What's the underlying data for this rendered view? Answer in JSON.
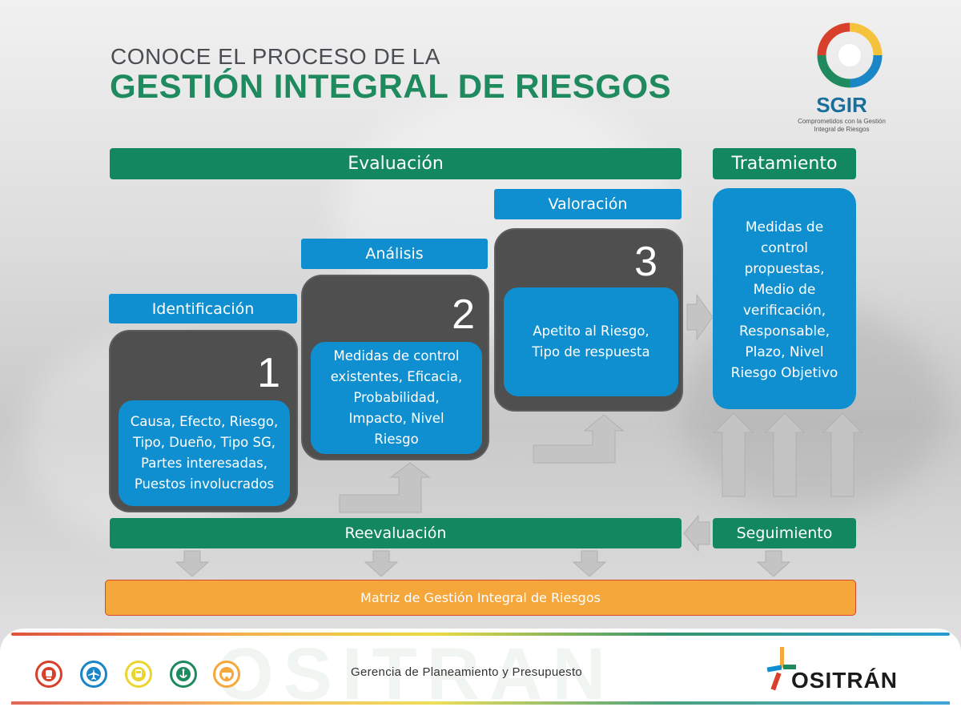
{
  "header": {
    "title_line1": "CONOCE EL PROCESO DE LA",
    "title_line2": "GESTIÓN INTEGRAL DE RIESGOS"
  },
  "logo": {
    "name": "SGIR",
    "tagline_line1": "Comprometidos con la Gestión",
    "tagline_line2": "Integral de Riesgos"
  },
  "diagram": {
    "evaluacion": "Evaluación",
    "tratamiento": "Tratamiento",
    "valoracion": "Valoración",
    "analisis": "Análisis",
    "identificacion": "Identificación",
    "step1": {
      "number": "1",
      "lines": [
        "Causa, Efecto, Riesgo,",
        "Tipo, Dueño, Tipo SG,",
        "Partes interesadas,",
        "Puestos involucrados"
      ]
    },
    "step2": {
      "number": "2",
      "lines": [
        "Medidas de control",
        "existentes, Eficacia,",
        "Probabilidad,",
        "Impacto, Nivel",
        "Riesgo"
      ]
    },
    "step3": {
      "number": "3",
      "lines": [
        "Apetito al Riesgo,",
        "Tipo de respuesta"
      ]
    },
    "tratamiento_detail": [
      "Medidas de",
      "control",
      "propuestas,",
      "Medio de",
      "verificación,",
      "Responsable,",
      "Plazo, Nivel",
      "Riesgo Objetivo"
    ],
    "reevaluacion": "Reevaluación",
    "seguimiento": "Seguimiento",
    "matriz": "Matriz de Gestión Integral de Riesgos"
  },
  "footer": {
    "department": "Gerencia de Planeamiento y Presupuesto",
    "brand": "OSITRÁN",
    "watermark": "OSITRAN",
    "mode_icons": [
      {
        "icon": "metro-icon",
        "color": "#d9402b"
      },
      {
        "icon": "airplane-icon",
        "color": "#1a86c6"
      },
      {
        "icon": "train-icon",
        "color": "#e9d630"
      },
      {
        "icon": "port-icon",
        "color": "#1e8a5e"
      },
      {
        "icon": "road-icon",
        "color": "#f5a73b"
      }
    ]
  },
  "colors": {
    "green": "#13875f",
    "blue": "#0f8fcf",
    "dark_card": "#4f4f4f",
    "orange": "#f5a73b"
  }
}
